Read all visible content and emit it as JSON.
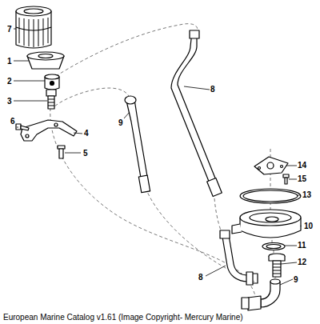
{
  "diagram": {
    "caption": "European Marine Catalog v1.61 (Image Copyright- Mercury Marine)",
    "labels": [
      "7",
      "1",
      "2",
      "3",
      "6",
      "4",
      "5",
      "9",
      "8",
      "14",
      "15",
      "13",
      "8",
      "10",
      "11",
      "12",
      "9"
    ]
  }
}
